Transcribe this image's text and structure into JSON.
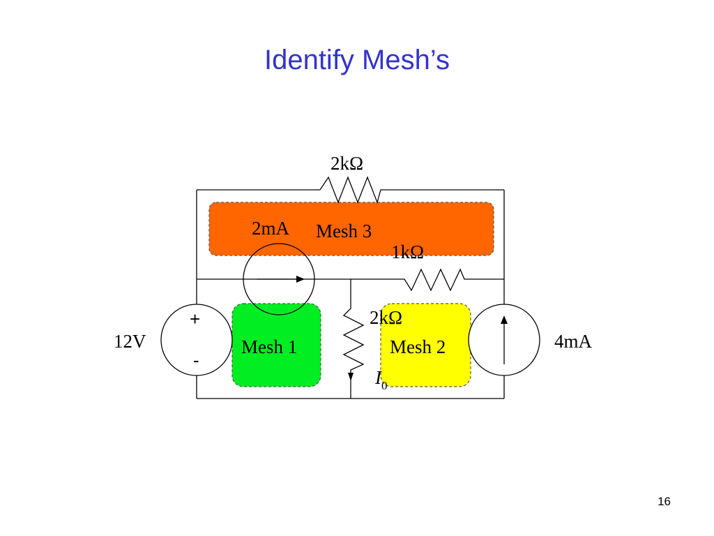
{
  "slide": {
    "title": "Identify Mesh’s",
    "page_number": "16"
  },
  "meshes": {
    "mesh1": {
      "label": "Mesh 1",
      "color": "#00ee22"
    },
    "mesh2": {
      "label": "Mesh 2",
      "color": "#ffff00"
    },
    "mesh3": {
      "label": "Mesh 3",
      "color": "#ff6600"
    }
  },
  "components": {
    "top_resistor": "2kΩ",
    "right_resistor": "1kΩ",
    "middle_resistor": "2kΩ",
    "voltage_source": {
      "value": "12V",
      "plus": "+",
      "minus": "-"
    },
    "left_current_source": "2mA",
    "right_current_source": "4mA",
    "current_label": {
      "symbol": "I",
      "subscript": "0"
    }
  },
  "colors": {
    "title": "#3333cc",
    "wire": "#000000"
  }
}
